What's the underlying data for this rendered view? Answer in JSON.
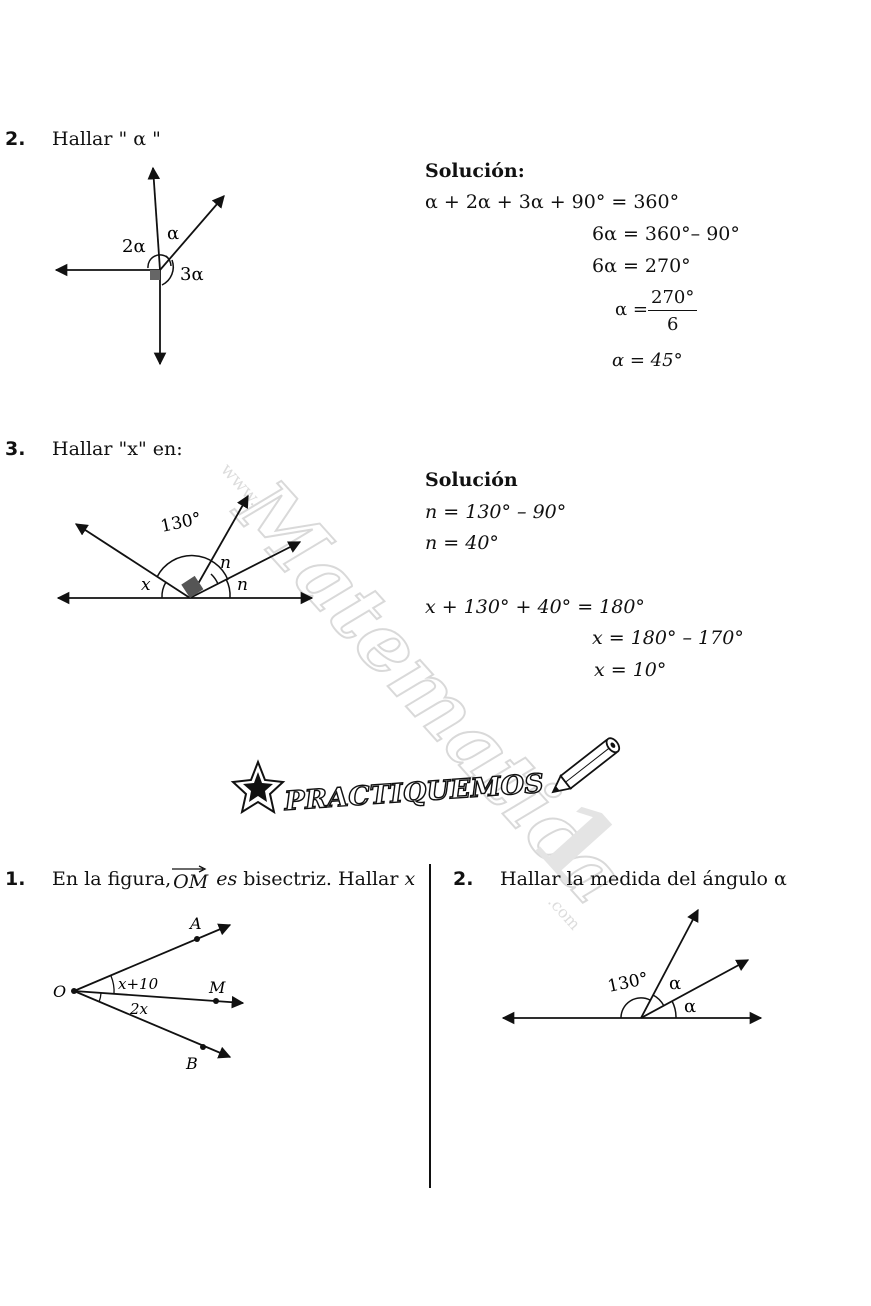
{
  "watermark": {
    "brand": "Matematica",
    "digit": "1",
    "domain": ".com",
    "prefix": "www."
  },
  "p2": {
    "number": "2.",
    "prompt": "Hallar  \" α \"",
    "fig": {
      "l2a": "2α",
      "la": "α",
      "l3a": "3α"
    },
    "solution_title": "Solución:",
    "eq1": "α + 2α + 3α + 90°  = 360°",
    "eq2": "6α = 360°– 90°",
    "eq3": "6α = 270°",
    "eq4_lhs": "α =",
    "eq4_num": "270°",
    "eq4_den": "6",
    "eq5": "α = 45°"
  },
  "p3": {
    "number": "3.",
    "prompt": "Hallar \"x\" en:",
    "fig": {
      "l130": "130°",
      "ln1": "n",
      "ln2": "n",
      "lx": "x"
    },
    "solution_title": "Solución",
    "eq1": "n = 130° – 90°",
    "eq2": "n = 40°",
    "eq3": "x + 130° + 40°        = 180°",
    "eq4": "x = 180° – 170°",
    "eq5": "x = 10°"
  },
  "banner": {
    "title": "PRACTIQUEMOS"
  },
  "q1": {
    "number": "1.",
    "prompt_pre": "En la figura,",
    "ray": "OM",
    "prompt_mid": "es",
    "prompt_post": " bisectriz. Hallar ",
    "prompt_var": "x",
    "fig": {
      "A": "A",
      "M": "M",
      "B": "B",
      "O": "O",
      "upper": "x+10",
      "lower": "2x"
    }
  },
  "q2": {
    "number": "2.",
    "prompt": "Hallar la medida del ángulo α",
    "fig": {
      "l130": "130°",
      "la1": "α",
      "la2": "α"
    }
  }
}
